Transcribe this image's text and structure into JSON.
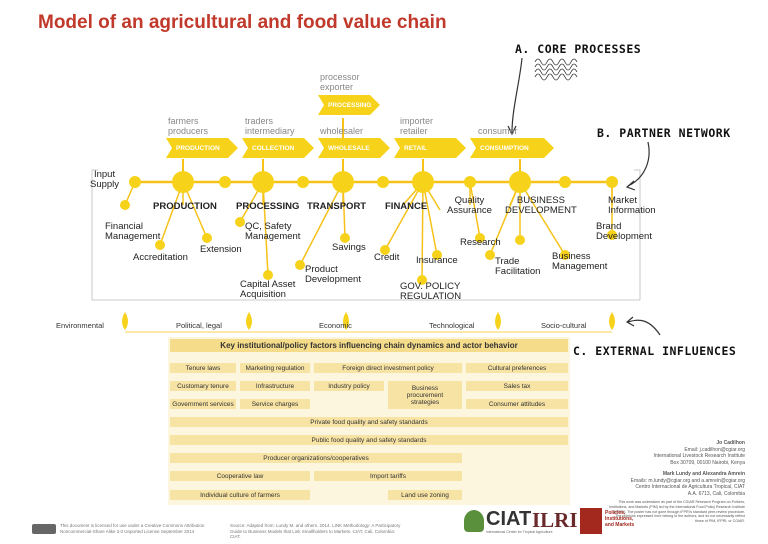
{
  "title": "Model of an agricultural and food value chain",
  "annotations": {
    "core": "A. CORE PROCESSES",
    "partner": "B. PARTNER NETWORK",
    "external": "C. EXTERNAL INFLUENCES"
  },
  "stage_labels": {
    "processor": "processor\nexporter",
    "farmers": "farmers\nproducers",
    "traders": "traders\nintermediary",
    "wholesaler": "wholesaler",
    "importer": "importer\nretailer",
    "consumer": "consumer"
  },
  "chevrons": {
    "processing": "PROCESSING",
    "production": "PRODUCTION",
    "collection": "COLLECTION",
    "wholesale": "WHOLESALE",
    "retail": "RETAIL",
    "consumption": "CONSUMPTION"
  },
  "services": {
    "input_supply": "Input\nSupply",
    "production": "PRODUCTION",
    "processing": "PROCESSING",
    "transport": "TRANSPORT",
    "finance": "FINANCE",
    "quality": "Quality\nAssurance",
    "business_dev": "BUSINESS\nDEVELOPMENT",
    "market_info": "Market\nInformation",
    "financial_mgmt": "Financial\nManagement",
    "qc": "QC, Safety\nManagement",
    "extension": "Extension",
    "savings": "Savings",
    "accreditation": "Accreditation",
    "credit": "Credit",
    "insurance": "Insurance",
    "research": "Research",
    "brand_dev": "Brand\nDevelopment",
    "product_dev": "Product\nDevelopment",
    "trade_fac": "Trade\nFacilitation",
    "business_mgmt": "Business\nManagement",
    "capital_asset": "Capital Asset\nAcquisition",
    "gov_policy": "GOV. POLICY\nREGULATION"
  },
  "influences": [
    "Environmental",
    "Political, legal",
    "Economic",
    "Technological",
    "Socio-cultural"
  ],
  "table": {
    "header": "Key institutional/policy factors influencing chain dynamics and actor behavior",
    "row1": [
      "Tenure laws",
      "Marketing regulation",
      "Foreign direct investment policy",
      "Cultural preferences"
    ],
    "row2": [
      "Customary tenure",
      "Infrastructure",
      "Industry policy",
      "Business procurement strategies",
      "Sales tax"
    ],
    "row3": [
      "Government services",
      "Service charges",
      "Consumer attitudes"
    ],
    "row4": "Private food quality and safety standards",
    "row5": "Public food quality and safety standards",
    "row6": "Producer organizations/cooperatives",
    "row7": [
      "Cooperative law",
      "Import tariffs"
    ],
    "row8": [
      "Individual culture of farmers",
      "Land use zoning"
    ]
  },
  "contacts": {
    "p1_name": "Jo Cadilhon",
    "p1_lines": [
      "Email: j.cadilhon@cgiar.org",
      "International Livestock Research Institute",
      "Box 30709, 00100 Nairobi, Kenya"
    ],
    "p2_name": "Mark Lundy and Alexandra Amrein",
    "p2_lines": [
      "Emails: m.lundy@cgiar.org and a.amrein@cgiar.org",
      "Centro Internacional de Agricultura Tropical, CIAT",
      "A.A. 6713, Cali, Colombia"
    ],
    "note": "This work was undertaken as part of the CGIAR Research Program on Policies, Institutions, and Markets (PIM) led by the International Food Policy Research Institute (IFPRI). The poster has not gone through IFPRI's standard peer-review procedure. The opinions expressed here belong to the authors, and do not necessarily reflect those of PIM, IFPRI, or CGIAR."
  },
  "footer": {
    "license": "This document is licensed for use under a Creative Commons Attribution Noncommercial-Share Alike 3.0 Unported License",
    "date": "September 2014",
    "source": "Source: Adapted from: Lundy M. and others. 2014. LINK Methodology: A Participatory Guide to Business Models that Link Smallholders to Markets. CIAT, Cali, Colombia: CIAT."
  },
  "logos": {
    "ciat": "CIAT",
    "ciat_sub": "International Center for Tropical Agriculture",
    "ilri": "ILRI",
    "pim": "Policies,\nInstitutions,\nand Markets"
  },
  "colors": {
    "title": "#c0392b",
    "accent": "#f6d21a",
    "table": "#f7e3a4"
  }
}
